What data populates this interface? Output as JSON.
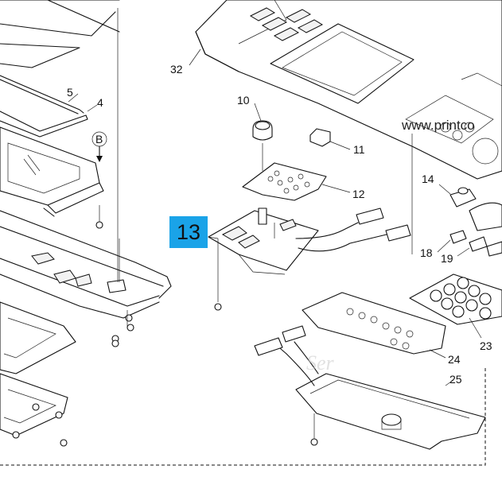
{
  "callouts": {
    "n32": "32",
    "n10": "10",
    "n11": "11",
    "n12": "12",
    "n14": "14",
    "n18": "18",
    "n19": "19",
    "n23": "23",
    "n24": "24",
    "n25": "25",
    "n5": "5",
    "n4": "4",
    "nB": "B"
  },
  "highlight": {
    "label": "13",
    "color": "#1aa3e8"
  },
  "watermark": {
    "text": "www.printco",
    "faint": "Ser"
  }
}
